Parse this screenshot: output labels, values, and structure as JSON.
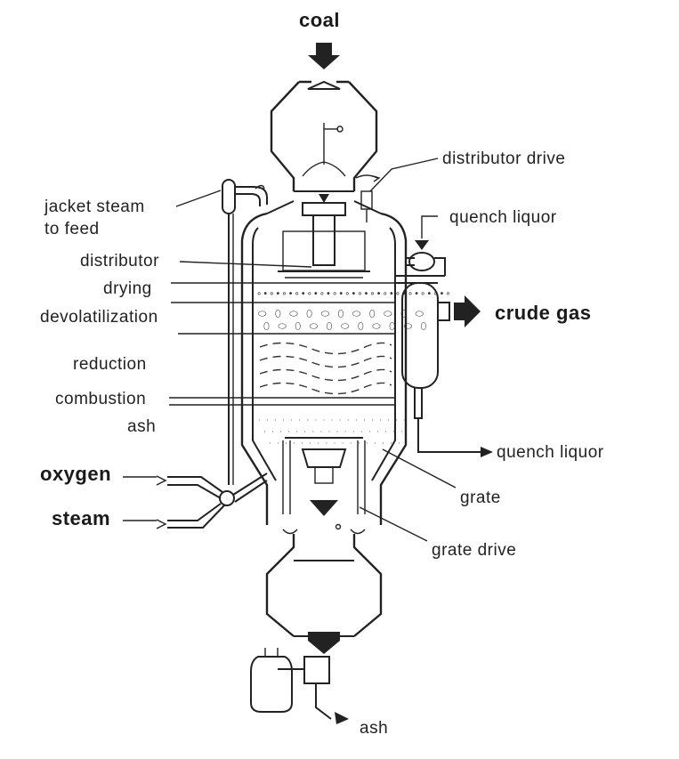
{
  "labels": {
    "coal": "coal",
    "distributor_drive": "distributor drive",
    "jacket_steam_1": "jacket steam",
    "jacket_steam_2": "to feed",
    "quench_liquor_top": "quench liquor",
    "distributor": "distributor",
    "drying": "drying",
    "devolatilization": "devolatilization",
    "crude_gas": "crude gas",
    "reduction": "reduction",
    "combustion": "combustion",
    "ash_zone": "ash",
    "quench_liquor_bottom": "quench liquor",
    "oxygen": "oxygen",
    "grate": "grate",
    "steam": "steam",
    "grate_drive": "grate drive",
    "ash_outlet": "ash"
  }
}
